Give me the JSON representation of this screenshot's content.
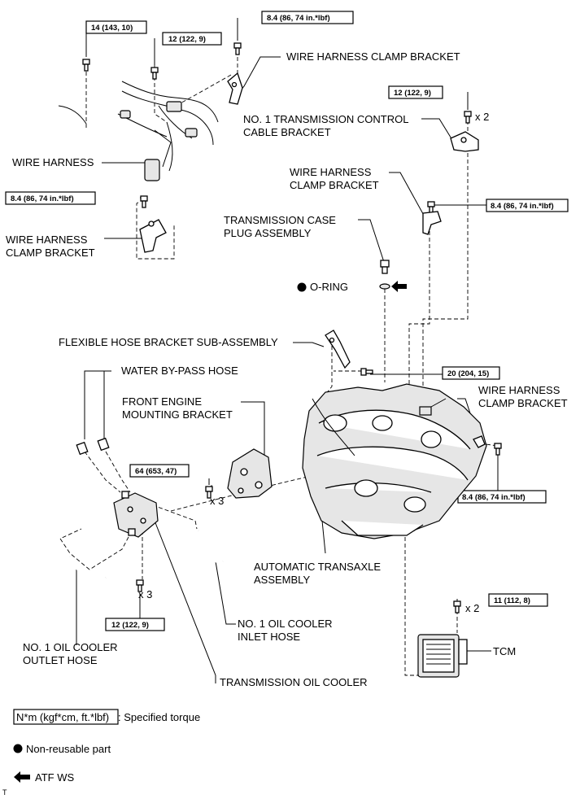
{
  "labels": {
    "wire_harness_clamp_bracket_top": "WIRE HARNESS CLAMP BRACKET",
    "no1_tcc_bracket_1": "NO. 1 TRANSMISSION CONTROL",
    "no1_tcc_bracket_2": "CABLE BRACKET",
    "wire_harness": "WIRE HARNESS",
    "wire_harness_clamp_bracket_right_1": "WIRE HARNESS",
    "wire_harness_clamp_bracket_right_2": "CLAMP BRACKET",
    "wire_harness_clamp_bracket_left_1": "WIRE HARNESS",
    "wire_harness_clamp_bracket_left_2": "CLAMP BRACKET",
    "case_plug_1": "TRANSMISSION CASE",
    "case_plug_2": "PLUG ASSEMBLY",
    "o_ring": "O-RING",
    "flexible_hose_bracket": "FLEXIBLE HOSE BRACKET SUB-ASSEMBLY",
    "water_bypass_hose": "WATER BY-PASS HOSE",
    "front_engine_mounting_1": "FRONT ENGINE",
    "front_engine_mounting_2": "MOUNTING BRACKET",
    "wire_harness_clamp_bracket_lower_1": "WIRE HARNESS",
    "wire_harness_clamp_bracket_lower_2": "CLAMP BRACKET",
    "automatic_transaxle_1": "AUTOMATIC TRANSAXLE",
    "automatic_transaxle_2": "ASSEMBLY",
    "oil_cooler_inlet_1": "NO. 1 OIL COOLER",
    "oil_cooler_inlet_2": "INLET HOSE",
    "oil_cooler_outlet_1": "NO. 1 OIL COOLER",
    "oil_cooler_outlet_2": "OUTLET HOSE",
    "tcm": "TCM",
    "transmission_oil_cooler": "TRANSMISSION OIL COOLER"
  },
  "torques": {
    "t1": "14 (143, 10)",
    "t2": "12 (122, 9)",
    "t3": "8.4 (86, 74 in.*lbf)",
    "t4": "12 (122, 9)",
    "t5": "8.4 (86, 74 in.*lbf)",
    "t6": "8.4 (86, 74 in.*lbf)",
    "t7": "20 (204, 15)",
    "t8": "64 (653, 47)",
    "t9": "8.4 (86, 74 in.*lbf)",
    "t10": "11 (112, 8)",
    "t11": "12 (122, 9)"
  },
  "quantities": {
    "q_bracket": "x 2",
    "q_mount": "x 3",
    "q_cooler": "x 3",
    "q_tcm": "x 2"
  },
  "legend": {
    "torque_unit": "N*m (kgf*cm, ft.*lbf)",
    "torque_desc": ": Specified torque",
    "non_reusable": "Non-reusable part",
    "atf": "ATF WS"
  },
  "footer_mark": "T"
}
